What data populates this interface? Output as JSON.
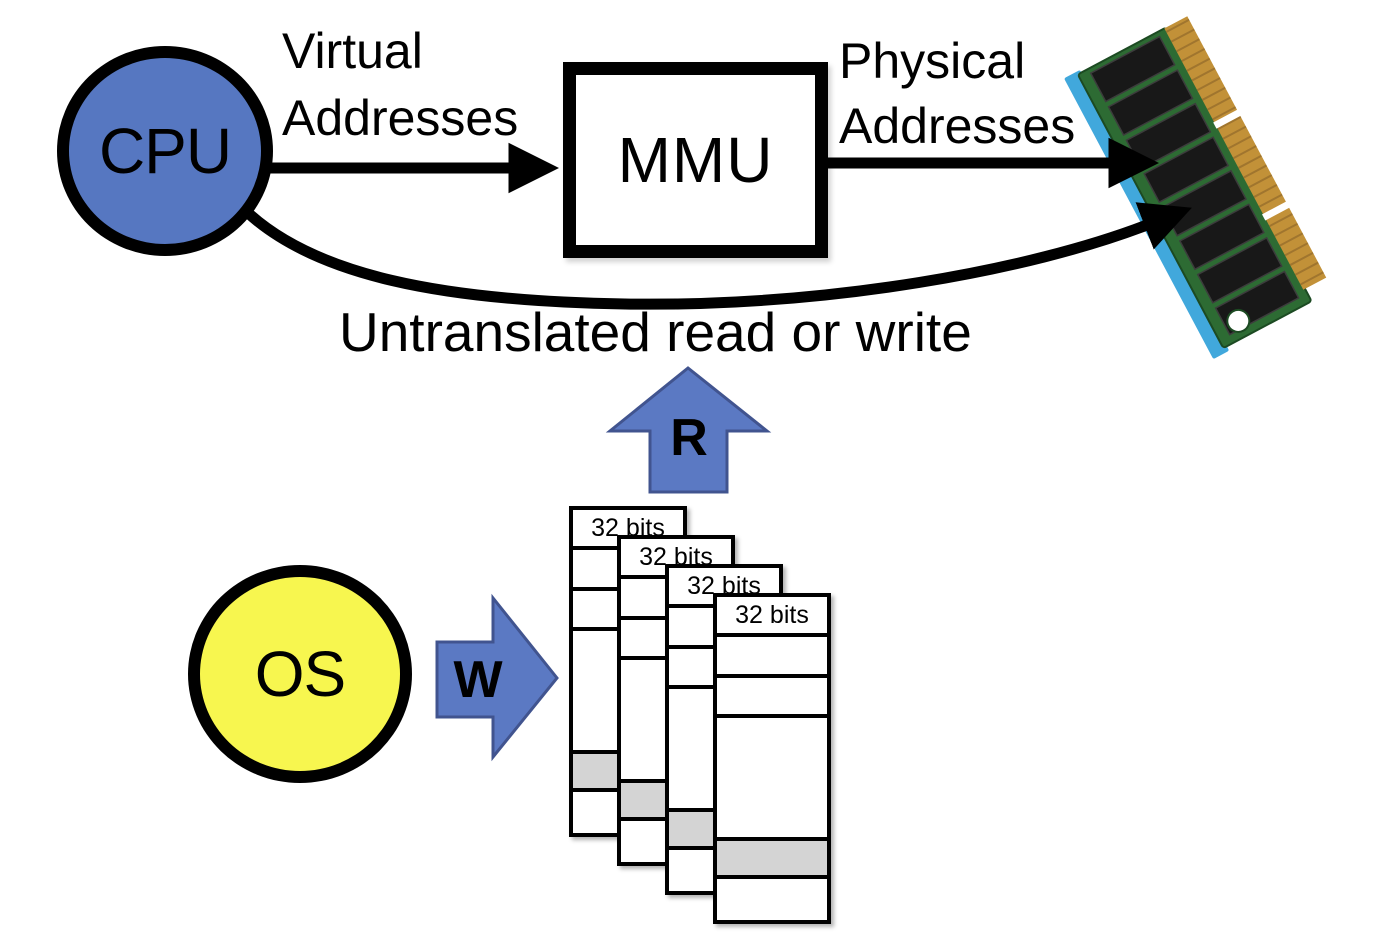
{
  "diagram": {
    "nodes": {
      "cpu": {
        "label": "CPU",
        "fill": "#5677c1"
      },
      "mmu": {
        "label": "MMU",
        "fill": "#ffffff"
      },
      "os": {
        "label": "OS",
        "fill": "#f7f64f"
      },
      "memory": {
        "icon": "ram-module"
      }
    },
    "labels": {
      "virtual_line1": "Virtual",
      "virtual_line2": "Addresses",
      "physical_line1": "Physical",
      "physical_line2": "Addresses",
      "untranslated": "Untranslated read or write",
      "read_arrow": "R",
      "write_arrow": "W"
    },
    "page_tables": {
      "header_label": "32 bits",
      "tables": [
        {
          "header": "32 bits",
          "rows": 5,
          "highlighted_row_index": 4
        },
        {
          "header": "32 bits",
          "rows": 5,
          "highlighted_row_index": 4
        },
        {
          "header": "32 bits",
          "rows": 5,
          "highlighted_row_index": 4
        },
        {
          "header": "32 bits",
          "rows": 5,
          "highlighted_row_index": 4
        }
      ],
      "highlight_color": "#d4d4d4"
    },
    "colors": {
      "node_blue": "#5677c1",
      "node_yellow": "#f7f64f",
      "block_arrow_fill": "#5b79c3",
      "block_arrow_stroke": "#41548f",
      "connector_black": "#000000",
      "table_highlight_gray": "#d4d4d4"
    }
  }
}
